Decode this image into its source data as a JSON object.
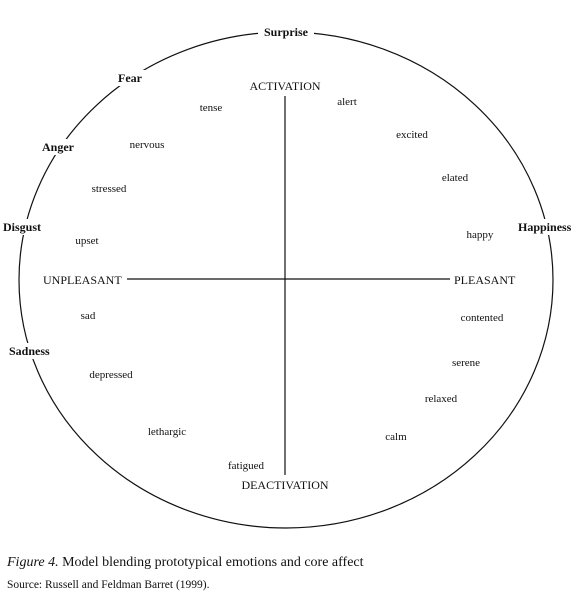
{
  "prototypes": {
    "surprise": "Surprise",
    "fear": "Fear",
    "anger": "Anger",
    "disgust": "Disgust",
    "sadness": "Sadness",
    "happiness": "Happiness"
  },
  "axes": {
    "activation": "ACTIVATION",
    "deactivation": "DEACTIVATION",
    "unpleasant": "UNPLEASANT",
    "pleasant": "PLEASANT"
  },
  "affect_words": {
    "tense": "tense",
    "alert": "alert",
    "nervous": "nervous",
    "excited": "excited",
    "stressed": "stressed",
    "elated": "elated",
    "upset": "upset",
    "happy": "happy",
    "sad": "sad",
    "contented": "contented",
    "depressed": "depressed",
    "serene": "serene",
    "relaxed": "relaxed",
    "lethargic": "lethargic",
    "calm": "calm",
    "fatigued": "fatigued"
  },
  "caption": {
    "figure_label": "Figure 4.",
    "text": " Model blending prototypical emotions and core affect"
  },
  "source": "Source: Russell and Feldman Barret (1999)."
}
